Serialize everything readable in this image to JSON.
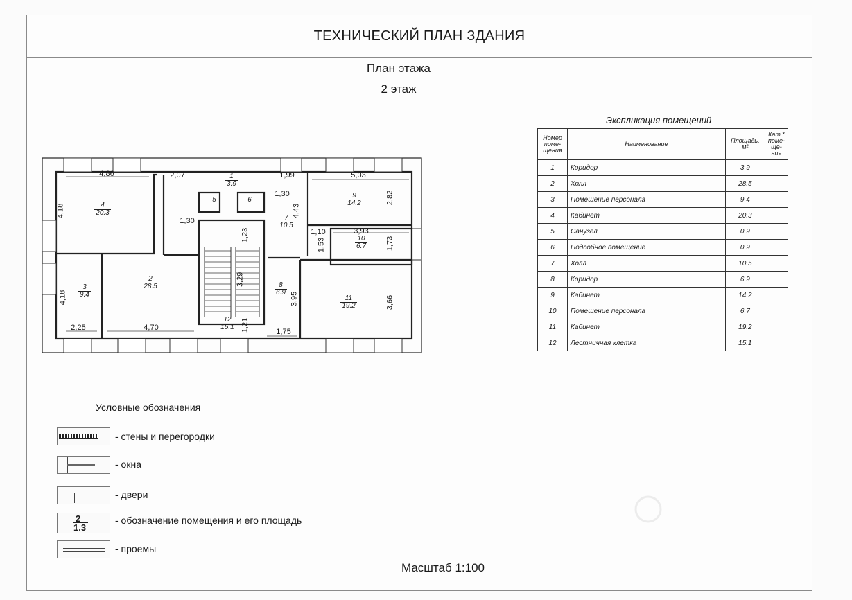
{
  "header": {
    "title": "ТЕХНИЧЕСКИЙ ПЛАН ЗДАНИЯ"
  },
  "plan": {
    "title": "План этажа",
    "floor": "2 этаж"
  },
  "explication": {
    "caption": "Экспликация помещений",
    "headers": {
      "number": "Номер поме-щения",
      "name": "Наименование",
      "area": "Площадь, м²",
      "category": "Кат.* поме-ще-ния"
    },
    "rows": [
      {
        "num": "1",
        "name": "Коридор",
        "area": "3.9"
      },
      {
        "num": "2",
        "name": "Холл",
        "area": "28.5"
      },
      {
        "num": "3",
        "name": "Помещение персонала",
        "area": "9.4"
      },
      {
        "num": "4",
        "name": "Кабинет",
        "area": "20.3"
      },
      {
        "num": "5",
        "name": "Санузел",
        "area": "0.9"
      },
      {
        "num": "6",
        "name": "Подсобное помещение",
        "area": "0.9"
      },
      {
        "num": "7",
        "name": "Холл",
        "area": "10.5"
      },
      {
        "num": "8",
        "name": "Коридор",
        "area": "6.9"
      },
      {
        "num": "9",
        "name": "Кабинет",
        "area": "14.2"
      },
      {
        "num": "10",
        "name": "Помещение персонала",
        "area": "6.7"
      },
      {
        "num": "11",
        "name": "Кабинет",
        "area": "19.2"
      },
      {
        "num": "12",
        "name": "Лестничная клетка",
        "area": "15.1"
      }
    ]
  },
  "rooms": [
    {
      "num": "4",
      "area": "20.3"
    },
    {
      "num": "1",
      "area": "3.9"
    },
    {
      "num": "5",
      "area": ""
    },
    {
      "num": "6",
      "area": ""
    },
    {
      "num": "7",
      "area": "10.5"
    },
    {
      "num": "9",
      "area": "14.2"
    },
    {
      "num": "10",
      "area": "6.7"
    },
    {
      "num": "3",
      "area": "9.4"
    },
    {
      "num": "2",
      "area": "28.5"
    },
    {
      "num": "8",
      "area": "6.9"
    },
    {
      "num": "11",
      "area": "19.2"
    },
    {
      "num": "12",
      "area": "15.1"
    }
  ],
  "dimensions": {
    "d1": "4,86",
    "d2": "2,07",
    "d3": "1,99",
    "d4": "5,03",
    "d5": "4,18",
    "d6": "2,82",
    "d7": "1,30",
    "d8": "1,30",
    "d9": "4,43",
    "d10": "1,23",
    "d11": "1,10",
    "d12": "3,93",
    "d13": "1,53",
    "d14": "1,73",
    "d15": "4,18",
    "d16": "3,29",
    "d17": "3,95",
    "d18": "3,66",
    "d19": "2,25",
    "d20": "4,70",
    "d21": "1,21",
    "d22": "1,75"
  },
  "legend": {
    "title": "Условные обозначения",
    "items": [
      {
        "label": "- стены и перегородки"
      },
      {
        "label": "- окна"
      },
      {
        "label": "- двери"
      },
      {
        "label": "- обозначение помещения и его площадь",
        "sample_num": "2",
        "sample_area": "1.3"
      },
      {
        "label": "- проемы"
      }
    ]
  },
  "scale": "Масштаб 1:100"
}
